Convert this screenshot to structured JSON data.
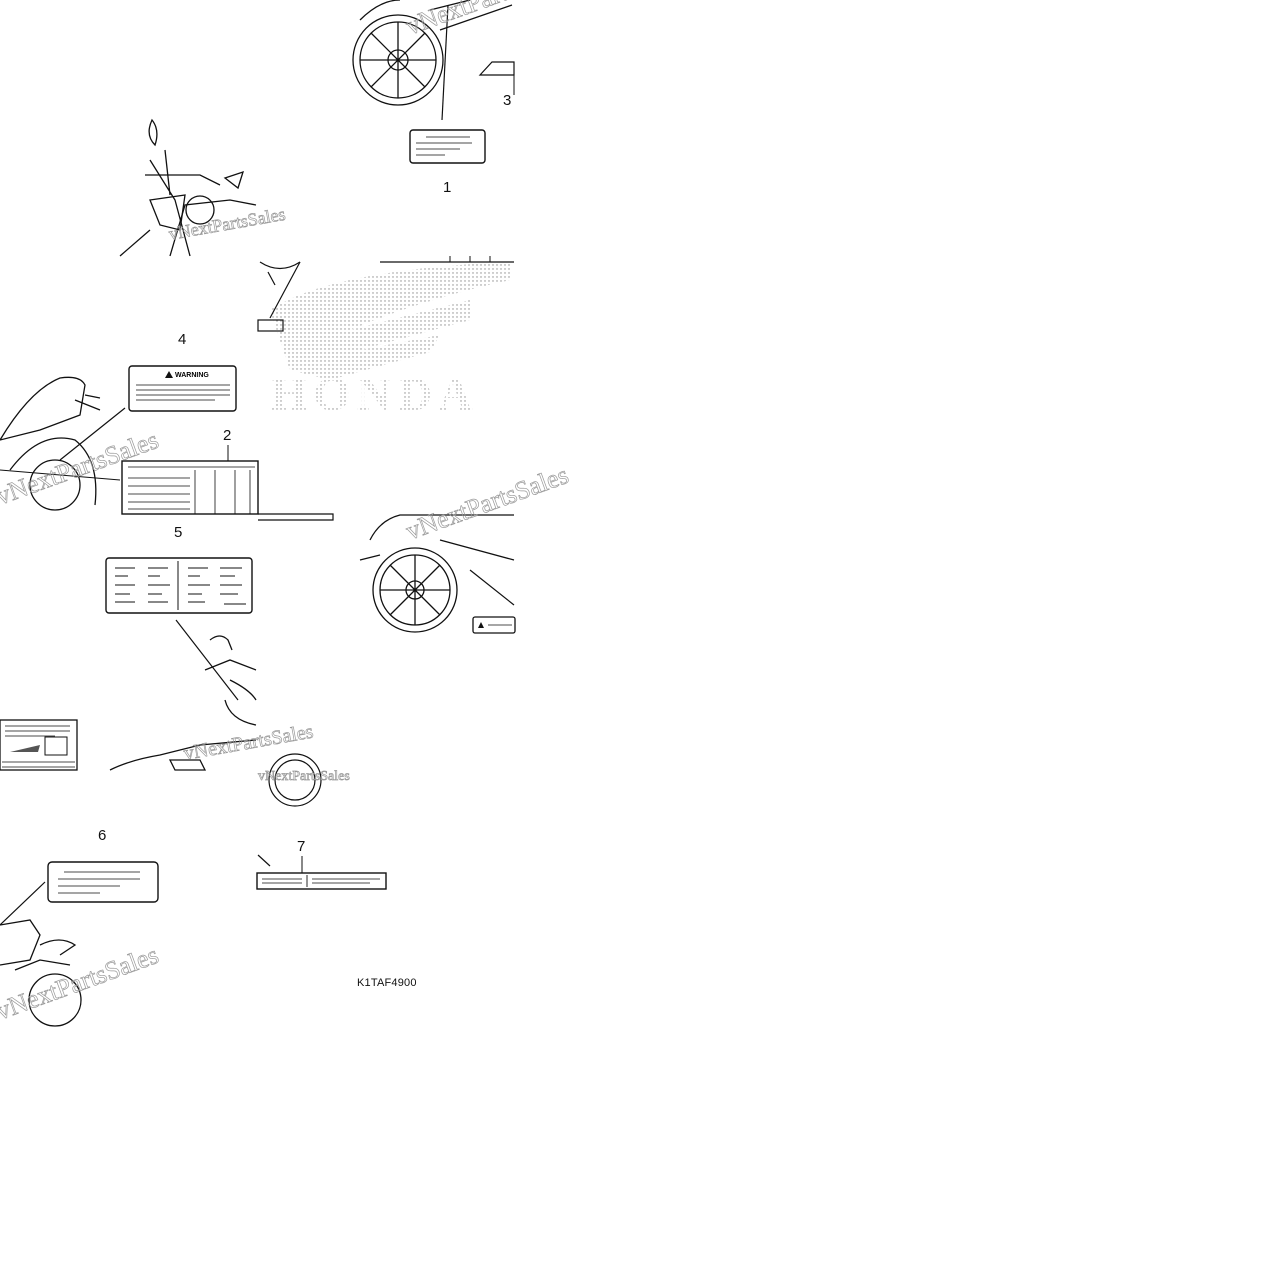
{
  "diagram": {
    "callouts": [
      "1",
      "2",
      "3",
      "4",
      "5",
      "6",
      "7"
    ],
    "warning_label": "WARNING",
    "watermark": "vNextPartsSales",
    "drawing_code": "K1TAF4900"
  },
  "colors": {
    "line": "#111111",
    "dot_pattern": "#8a8a8a",
    "background": "#ffffff"
  }
}
